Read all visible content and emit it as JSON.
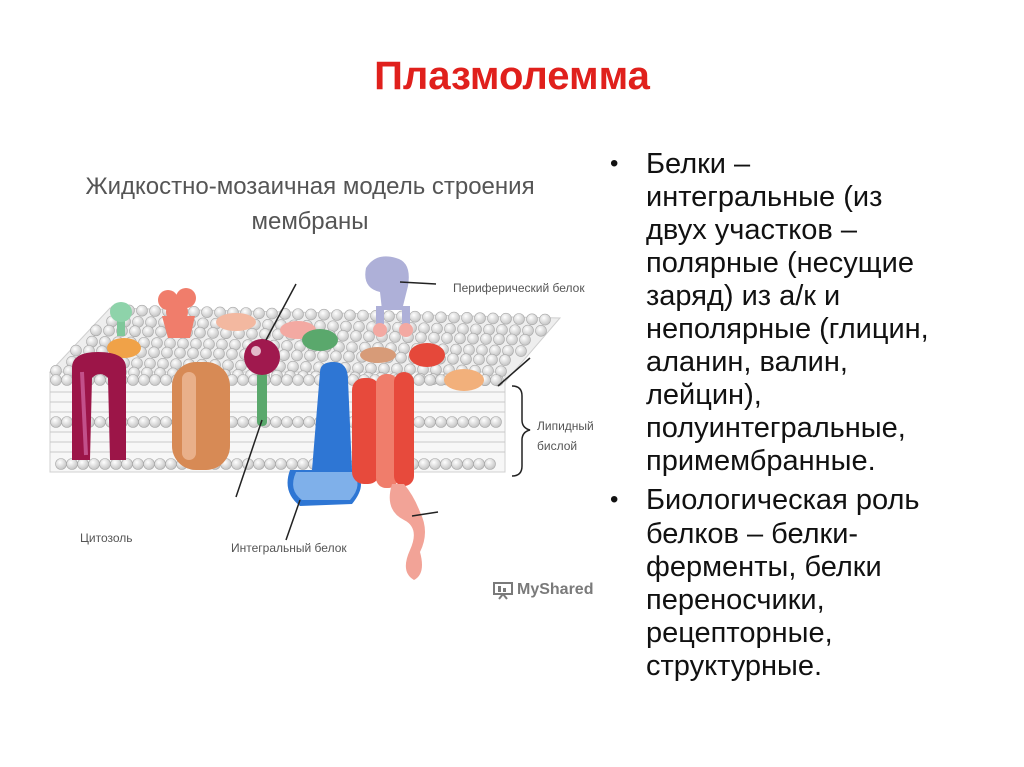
{
  "slide": {
    "title": "Плазмолемма"
  },
  "diagram": {
    "title_line1": "Жидкостно-мозаичная модель строения",
    "title_line2": "мембраны",
    "labels": {
      "peripheral": "Периферический белок",
      "lipid_line1": "Липидный",
      "lipid_line2": "бислой",
      "cytosol": "Цитозоль",
      "integral": "Интегральный белок"
    },
    "colors": {
      "phospholipid_head": "#dcdcdc",
      "maroon_protein": "#9c1548",
      "tan_protein": "#d78a55",
      "blue_protein": "#2e76d4",
      "red_protein": "#e74a3c",
      "pink_protein": "#f2a397",
      "lavender_protein": "#aeb0d8",
      "green_protein": "#5aa86c",
      "magenta_protein": "#a0194e"
    }
  },
  "bullets": [
    {
      "lines": [
        "Белки –",
        "интегральные (из",
        "двух участков –",
        "полярные (несущие",
        "заряд) из а/к и",
        "неполярные (глицин,",
        "аланин, валин,",
        "лейцин),",
        "полуинтегральные,",
        "примембранные."
      ]
    },
    {
      "lines": [
        "Биологическая роль",
        "белков – белки-",
        "ферменты, белки",
        "переносчики,",
        "рецепторные,",
        "структурные."
      ]
    }
  ],
  "watermark": {
    "text": "MyShared"
  }
}
